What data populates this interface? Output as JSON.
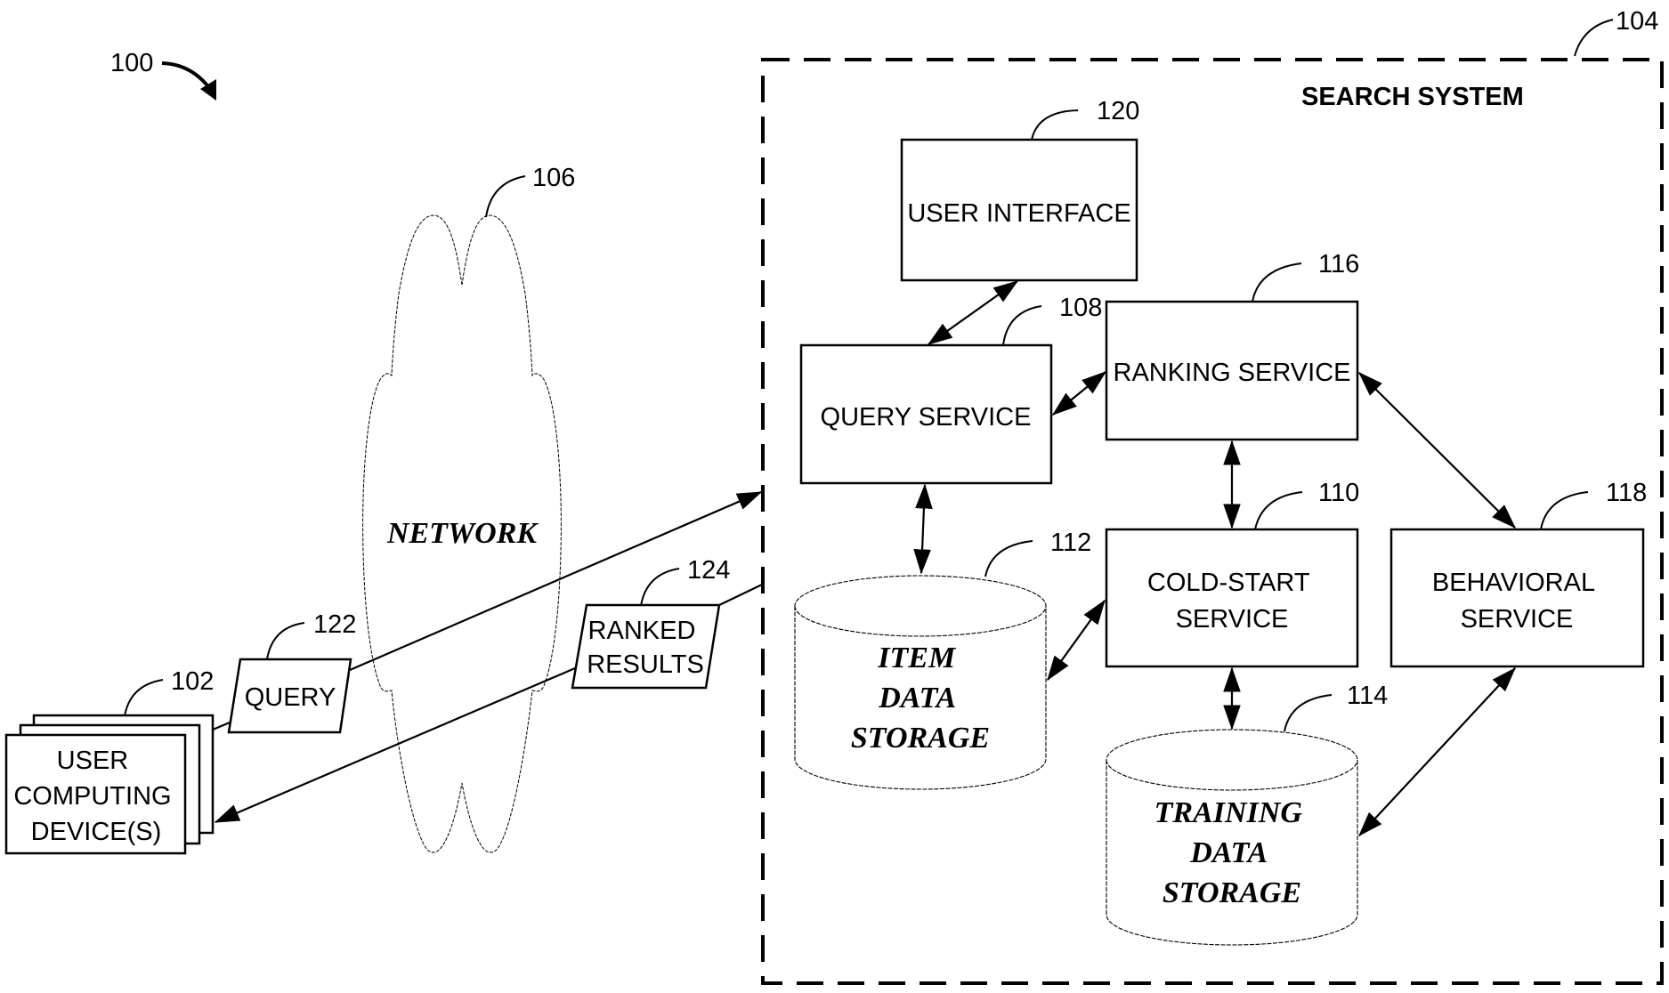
{
  "figure": {
    "ref": "100",
    "search_system": {
      "ref": "104",
      "title": "SEARCH SYSTEM"
    },
    "network": {
      "ref": "106",
      "label": "NETWORK"
    },
    "user_devices": {
      "ref": "102",
      "label_lines": [
        "USER",
        "COMPUTING",
        "DEVICE(S)"
      ]
    },
    "query": {
      "ref": "122",
      "label": "QUERY"
    },
    "ranked_results": {
      "ref": "124",
      "label_lines": [
        "RANKED",
        "RESULTS"
      ]
    },
    "user_interface": {
      "ref": "120",
      "label": "USER INTERFACE"
    },
    "query_service": {
      "ref": "108",
      "label": "QUERY SERVICE"
    },
    "ranking_service": {
      "ref": "116",
      "label": "RANKING SERVICE"
    },
    "cold_start_service": {
      "ref": "110",
      "label_lines": [
        "COLD-START",
        "SERVICE"
      ]
    },
    "behavioral_service": {
      "ref": "118",
      "label_lines": [
        "BEHAVIORAL",
        "SERVICE"
      ]
    },
    "item_data_storage": {
      "ref": "112",
      "label_lines": [
        "ITEM",
        "DATA",
        "STORAGE"
      ]
    },
    "training_data_storage": {
      "ref": "114",
      "label_lines": [
        "TRAINING",
        "DATA",
        "STORAGE"
      ]
    }
  },
  "connections": [
    {
      "from": "user_devices",
      "to": "search_system",
      "via": "query",
      "direction": "one-way"
    },
    {
      "from": "search_system",
      "to": "user_devices",
      "via": "ranked_results",
      "direction": "one-way"
    },
    {
      "from": "user_interface",
      "to": "query_service",
      "direction": "two-way"
    },
    {
      "from": "query_service",
      "to": "ranking_service",
      "direction": "two-way"
    },
    {
      "from": "query_service",
      "to": "item_data_storage",
      "direction": "two-way"
    },
    {
      "from": "ranking_service",
      "to": "cold_start_service",
      "direction": "two-way"
    },
    {
      "from": "ranking_service",
      "to": "behavioral_service",
      "direction": "two-way"
    },
    {
      "from": "cold_start_service",
      "to": "item_data_storage",
      "direction": "two-way"
    },
    {
      "from": "cold_start_service",
      "to": "training_data_storage",
      "direction": "two-way"
    },
    {
      "from": "behavioral_service",
      "to": "training_data_storage",
      "direction": "two-way"
    }
  ]
}
